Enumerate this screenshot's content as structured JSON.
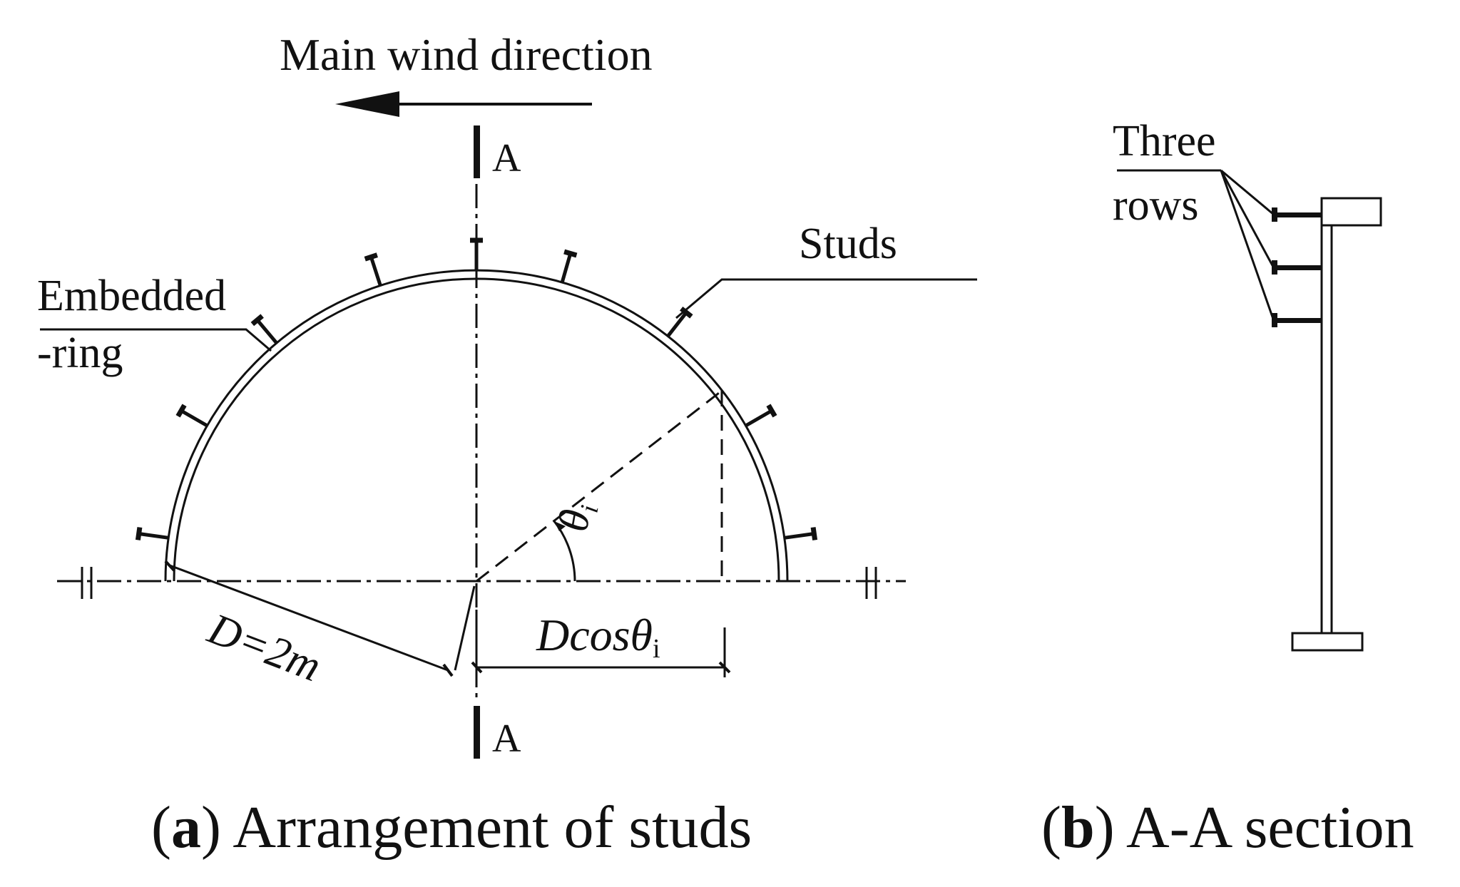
{
  "panel_a": {
    "wind_label": "Main wind direction",
    "section_mark_top": "A",
    "section_mark_bottom": "A",
    "studs_label": "Studs",
    "embedded_label_line1": "Embedded",
    "embedded_label_line2": "-ring",
    "diameter_label": "D=2m",
    "dcos_label": "Dcosθ",
    "dcos_subscript": "i",
    "angle_label": "θ",
    "angle_subscript": "i",
    "caption_letter": "a",
    "caption_text": ") Arrangement of studs",
    "caption_open": "("
  },
  "panel_b": {
    "rows_label_line1": "Three",
    "rows_label_line2": "rows",
    "caption_letter": "b",
    "caption_text": ") A-A section",
    "caption_open": "("
  }
}
